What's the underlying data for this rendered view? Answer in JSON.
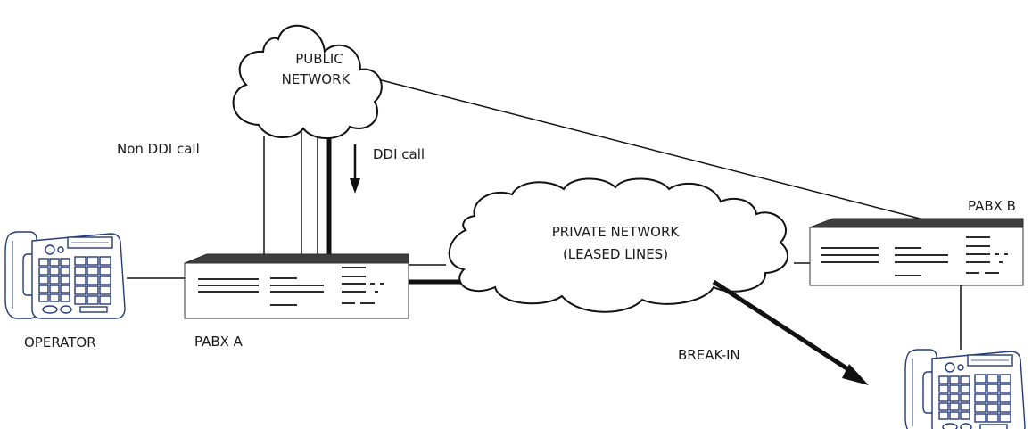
{
  "labels": {
    "public_network_line1": "PUBLIC",
    "public_network_line2": "NETWORK",
    "non_ddi_call": "Non DDI call",
    "ddi_call": "DDI call",
    "private_network_line1": "PRIVATE NETWORK",
    "private_network_line2": "(LEASED LINES)",
    "pabx_a": "PABX A",
    "pabx_b": "PABX B",
    "operator": "OPERATOR",
    "break_in": "BREAK-IN"
  },
  "colors": {
    "line": "#111111",
    "phone_outline": "#243a78",
    "phone_fill": "#ffffff",
    "pabx_top": "#3e3e3e"
  },
  "icons": {
    "operator_phone": "desk-phone-icon",
    "remote_phone": "desk-phone-icon",
    "pabx_a": "pabx-unit-icon",
    "pabx_b": "pabx-unit-icon"
  }
}
